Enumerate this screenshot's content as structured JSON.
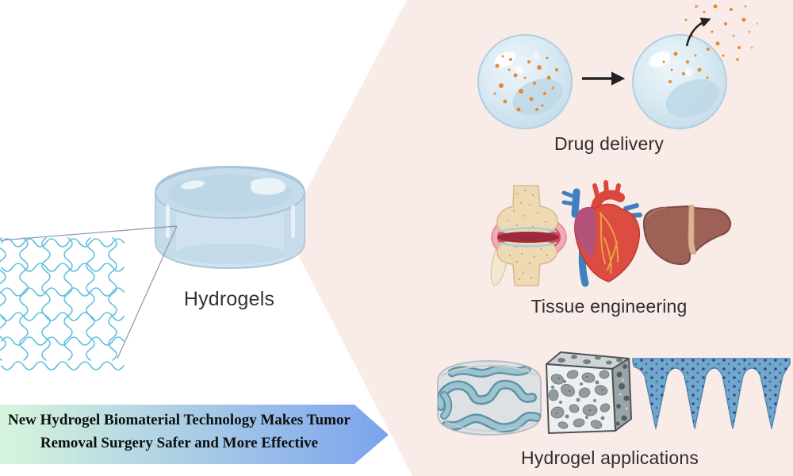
{
  "figure": {
    "panel_color": "#f9ebe7",
    "hydrogel": {
      "label": "Hydrogels"
    },
    "sections": {
      "drug_delivery": {
        "label": "Drug delivery"
      },
      "tissue_engineering": {
        "label": "Tissue engineering"
      },
      "hydrogel_applications": {
        "label": "Hydrogel applications"
      }
    },
    "banner": {
      "text_line1": "New Hydrogel Biomaterial Technology Makes Tumor",
      "text_line2": "Removal Surgery Safer and More Effective",
      "gradient_from": "#d7f5dd",
      "gradient_to": "#7ba3ee",
      "text_color": "#0f0f0f"
    },
    "colors": {
      "hydrogel_blue": "#cfe2ee",
      "mesh_blue": "#5fc0de",
      "drug_dot_orange": "#e8892f",
      "arrow_black": "#222222",
      "heart_red": "#dd4c40",
      "vessel_blue": "#3f80c2",
      "liver_brown": "#9d6156",
      "bone_tan": "#eed9b3",
      "capsule_pink": "#f2abb5",
      "microneedle_blue": "#6fa8ca",
      "microneedle_dot_navy": "#3c3f90",
      "scaffold_gray": "#929ba0",
      "callout_line": "#8f93b5"
    },
    "icons": {
      "polymer_mesh": "polymer-mesh-network-icon",
      "hydrogel_disc": "hydrogel-disc-icon",
      "loaded_sphere": "drug-loaded-sphere-icon",
      "releasing_sphere": "drug-releasing-sphere-icon",
      "right_arrow": "right-arrow-icon",
      "release_arrow": "curved-release-arrow-icon",
      "knee_joint": "knee-joint-icon",
      "heart": "heart-icon",
      "liver": "liver-icon",
      "polymer_cylinder": "polymer-network-cylinder-icon",
      "porous_scaffold": "porous-scaffold-cube-icon",
      "microneedle_patch": "microneedle-patch-icon"
    }
  }
}
